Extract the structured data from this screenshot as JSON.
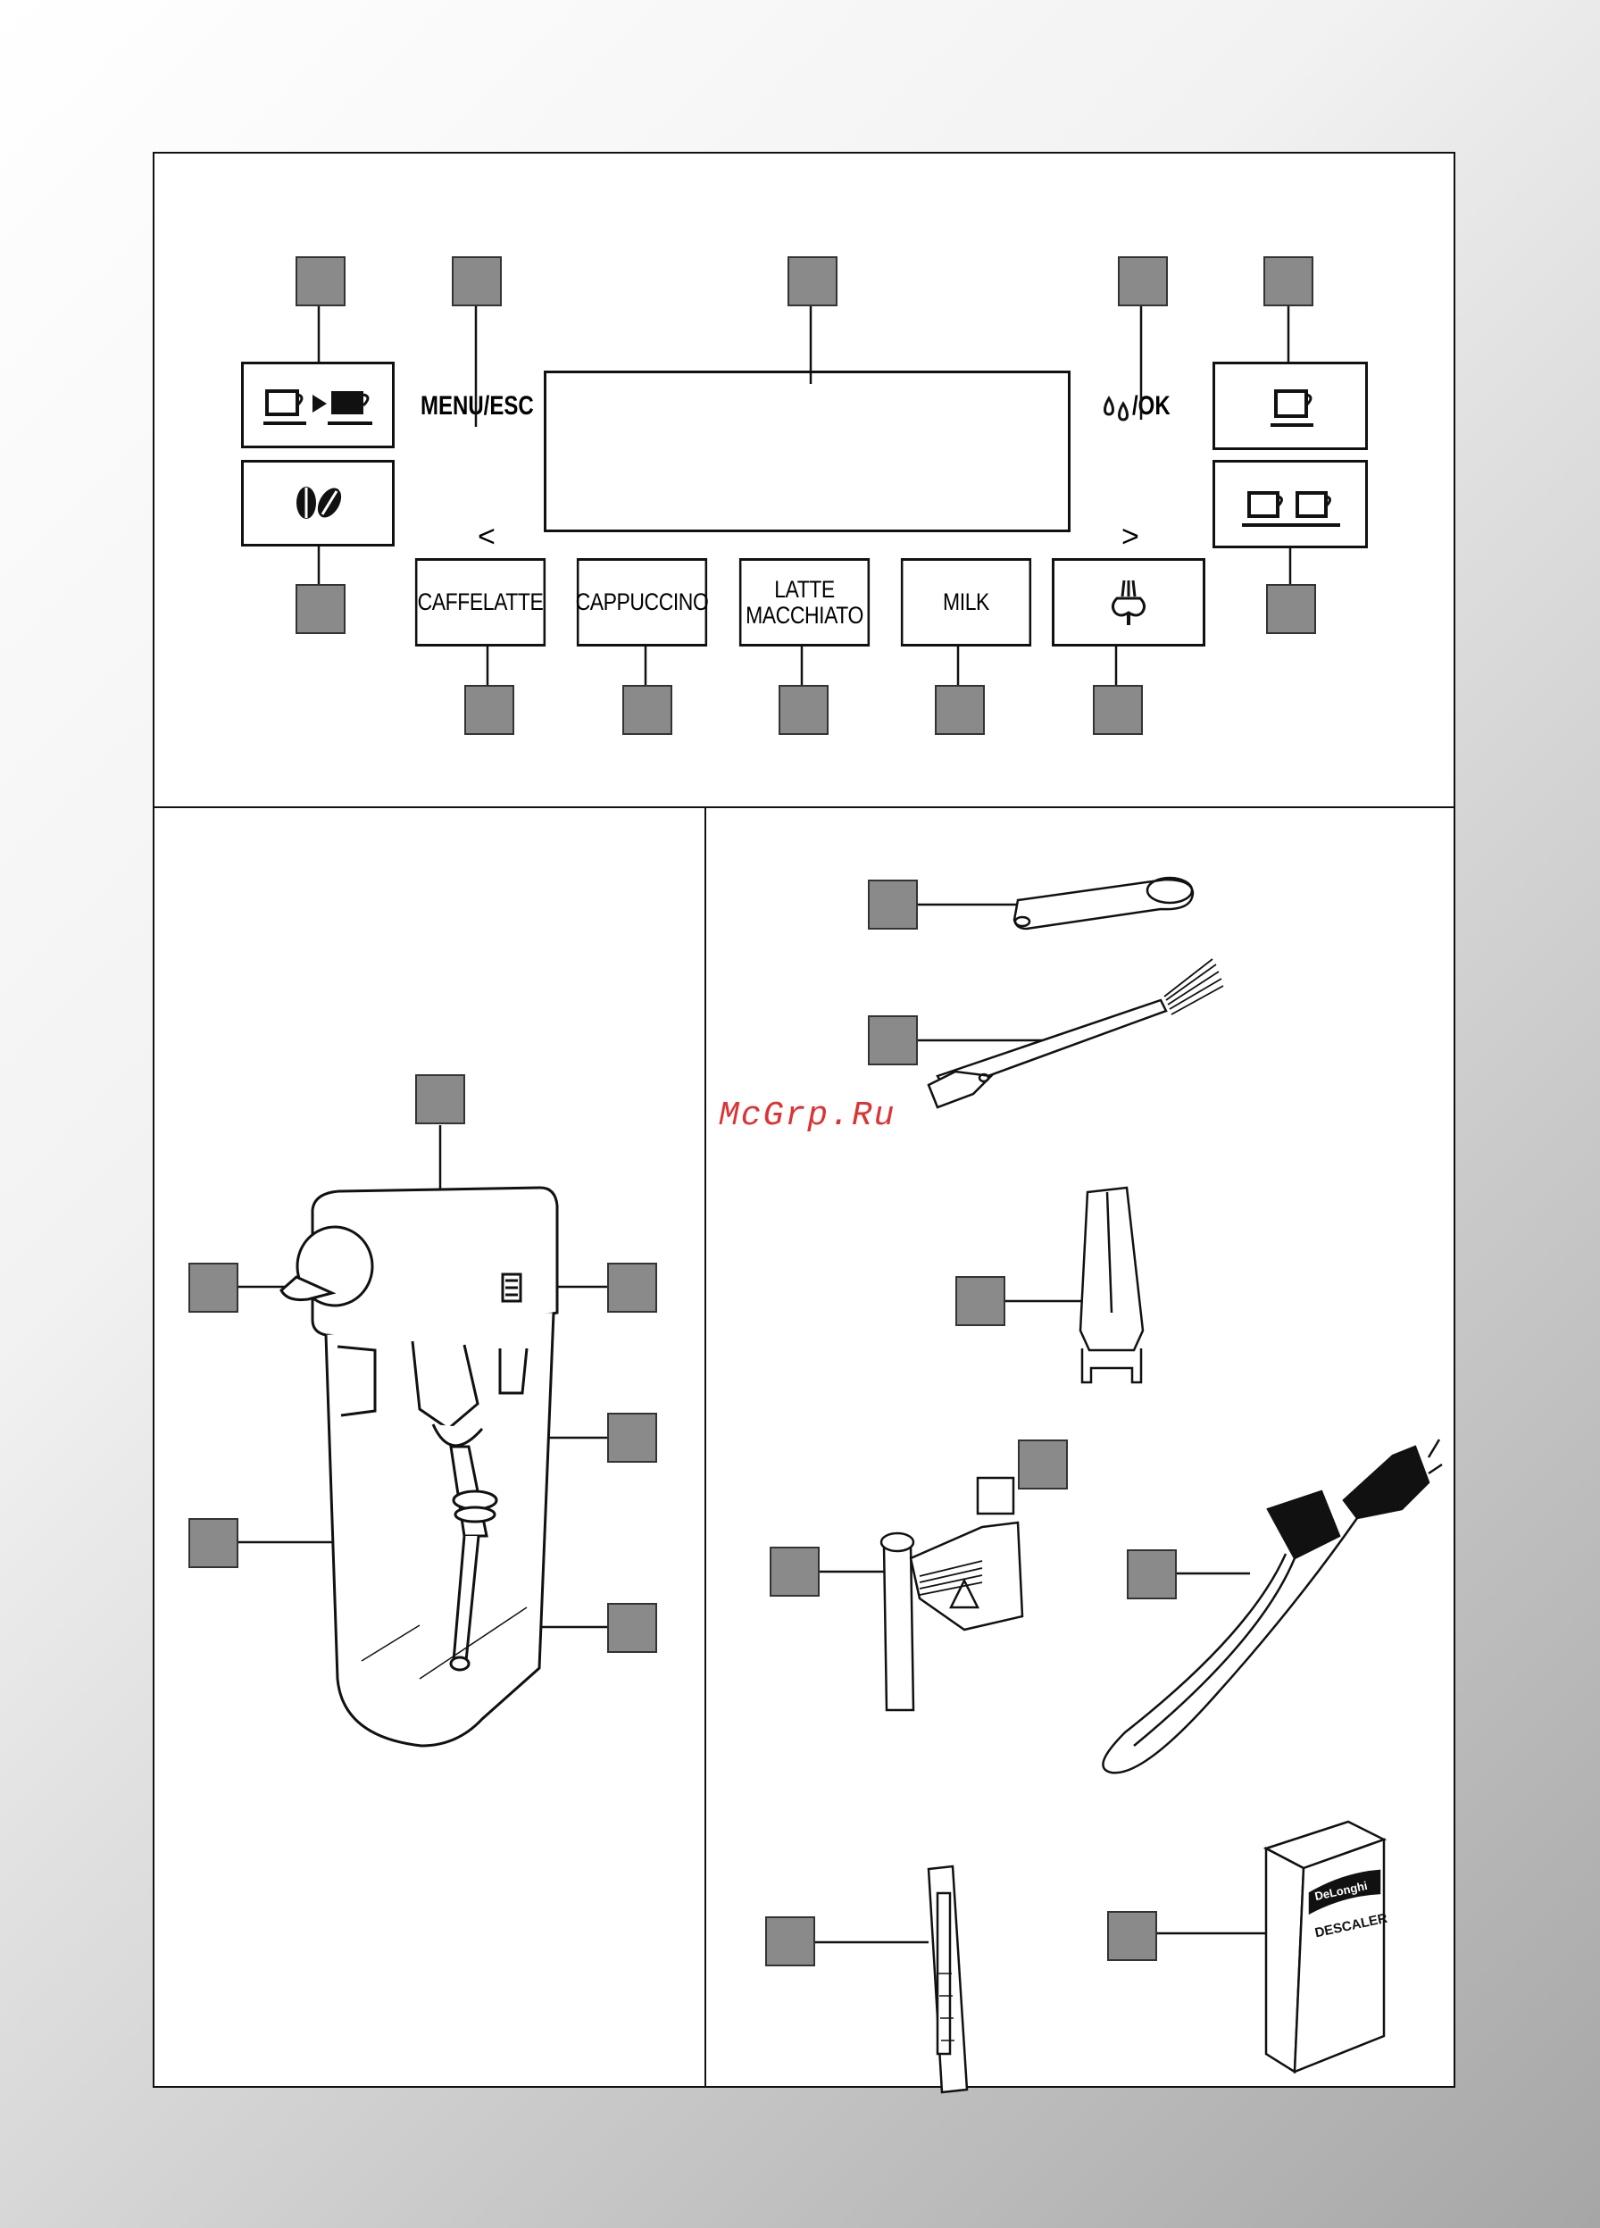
{
  "watermark": "McGrp.Ru",
  "control_panel": {
    "menu_label": "MENU/ESC",
    "ok_label": "/OK",
    "prev_arrow": "<",
    "next_arrow": ">",
    "buttons": {
      "caffelatte": "CAFFELATTE",
      "cappuccino": "CAPPUCCINO",
      "latte_line1": "LATTE",
      "latte_line2": "MACCHIATO",
      "milk": "MILK"
    }
  },
  "accessories": {
    "descaler_brand": "DeLonghi",
    "descaler_label": "DESCALER"
  },
  "colors": {
    "callout_fill": "#8a8a8a",
    "line": "#111111",
    "watermark": "#dd3333"
  }
}
